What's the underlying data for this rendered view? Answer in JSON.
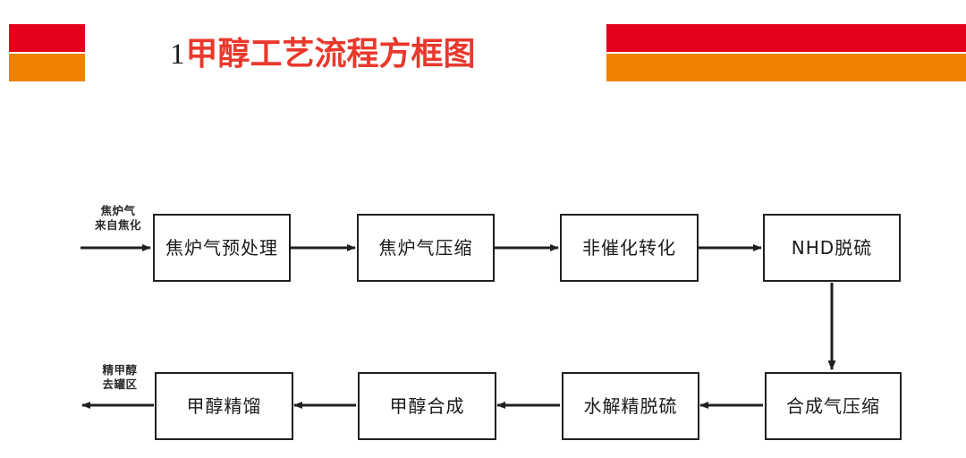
{
  "header": {
    "title_number": "1",
    "title_text": "甲醇工艺流程方框图",
    "accent_red": "#e3011b",
    "accent_orange": "#ef8200",
    "title_color": "#e8392c"
  },
  "diagram": {
    "stream_labels": [
      {
        "name": "feed-inlet-label",
        "line1": "焦炉气",
        "line2": "来自焦化"
      },
      {
        "name": "product-outlet-label",
        "line1": "精甲醇",
        "line2": "去罐区"
      }
    ],
    "nodes": [
      {
        "id": "coke-oven-gas-pretreatment",
        "label": "焦炉气预处理",
        "row": 1,
        "order": 1
      },
      {
        "id": "coke-oven-gas-compression",
        "label": "焦炉气压缩",
        "row": 1,
        "order": 2
      },
      {
        "id": "non-catalytic-conversion",
        "label": "非催化转化",
        "row": 1,
        "order": 3
      },
      {
        "id": "nhd-desulfurization",
        "label": "NHD脱硫",
        "row": 1,
        "order": 4
      },
      {
        "id": "methanol-distillation",
        "label": "甲醇精馏",
        "row": 2,
        "order": 1
      },
      {
        "id": "methanol-synthesis",
        "label": "甲醇合成",
        "row": 2,
        "order": 2
      },
      {
        "id": "hydrolysis-fine-desulfurization",
        "label": "水解精脱硫",
        "row": 2,
        "order": 3
      },
      {
        "id": "syngas-compression",
        "label": "合成气压缩",
        "row": 2,
        "order": 4
      }
    ],
    "edges": [
      {
        "from": "feed-inlet",
        "to": "coke-oven-gas-pretreatment",
        "direction": "right"
      },
      {
        "from": "coke-oven-gas-pretreatment",
        "to": "coke-oven-gas-compression",
        "direction": "right"
      },
      {
        "from": "coke-oven-gas-compression",
        "to": "non-catalytic-conversion",
        "direction": "right"
      },
      {
        "from": "non-catalytic-conversion",
        "to": "nhd-desulfurization",
        "direction": "right"
      },
      {
        "from": "nhd-desulfurization",
        "to": "syngas-compression",
        "direction": "down"
      },
      {
        "from": "syngas-compression",
        "to": "hydrolysis-fine-desulfurization",
        "direction": "left"
      },
      {
        "from": "hydrolysis-fine-desulfurization",
        "to": "methanol-synthesis",
        "direction": "left"
      },
      {
        "from": "methanol-synthesis",
        "to": "methanol-distillation",
        "direction": "left"
      },
      {
        "from": "methanol-distillation",
        "to": "product-outlet",
        "direction": "left"
      }
    ]
  }
}
